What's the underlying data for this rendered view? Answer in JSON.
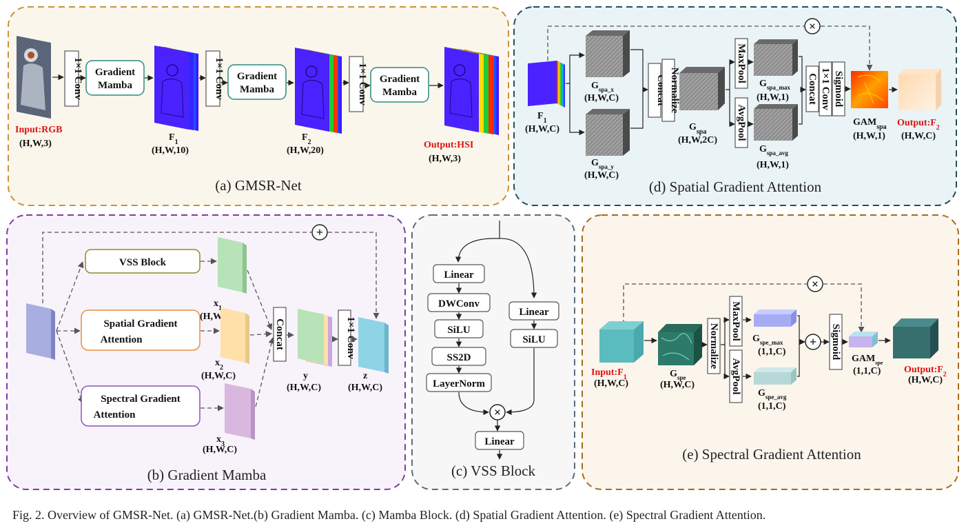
{
  "panel_a": {
    "title": "(a)  GMSR-Net",
    "conv1": "1×1 Conv",
    "conv2": "1×1 Conv",
    "conv3": "1×1 Conv",
    "gm1": [
      "Gradient",
      "Mamba"
    ],
    "gm2": [
      "Gradient",
      "Mamba"
    ],
    "gm3": [
      "Gradient",
      "Mamba"
    ],
    "input_label": "Input:RGB",
    "input_shape": "(H,W,3)",
    "f1": "F",
    "f1_sub": "1",
    "f1_shape": "(H,W,10)",
    "f2": "F",
    "f2_sub": "2",
    "f2_shape": "(H,W,20)",
    "output_label": "Output:HSI",
    "output_shape": "(H,W,3)"
  },
  "panel_b": {
    "title": "(b)  Gradient Mamba",
    "vss": "VSS Block",
    "spatial": [
      "Spatial Gradient",
      "Attention"
    ],
    "spectral": [
      "Spectral Gradient",
      "Attention"
    ],
    "concat": "Concat",
    "conv": "1×1 Conv",
    "x1": "x",
    "x1_sub": "1",
    "x2": "x",
    "x2_sub": "2",
    "x3": "x",
    "x3_sub": "3",
    "shape": "(H,W,C)",
    "y": "y",
    "z": "z",
    "plus": "+"
  },
  "panel_c": {
    "title": "(c)   VSS Block",
    "left": [
      "Linear",
      "DWConv",
      "SiLU",
      "SS2D",
      "LayerNorm"
    ],
    "right": [
      "Linear",
      "SiLU"
    ],
    "out": "Linear",
    "times": "×"
  },
  "panel_d": {
    "title": "(d)   Spatial Gradient Attention",
    "f1": "F",
    "f1_sub": "1",
    "shape_c": "(H,W,C)",
    "gx": "G",
    "gx_sub": "spa_x",
    "gy": "G",
    "gy_sub": "spa_y",
    "concat": "Concat",
    "normalize": "Normalize",
    "gspa": "G",
    "gspa_sub": "spa",
    "gspa_shape": "(H,W,2C)",
    "maxpool": "MaxPool",
    "avgpool": "AvgPool",
    "gmax": "G",
    "gmax_sub": "spa_max",
    "gavg": "G",
    "gavg_sub": "spa_avg",
    "shape_1": "(H,W,1)",
    "concat2": "Concat",
    "conv": "1×1 Conv",
    "sigmoid": "Sigmoid",
    "gam": "GAM",
    "gam_sub": "spa",
    "output": "Output:F",
    "output_sub": "2",
    "times": "×"
  },
  "panel_e": {
    "title": "(e)   Spectral Gradient Attention",
    "input": "Input:F",
    "input_sub": "1",
    "shape_c": "(H,W,C)",
    "gspe": "G",
    "gspe_sub": "spe",
    "normalize": "Normalize",
    "maxpool": "MaxPool",
    "avgpool": "AvgPool",
    "gmax": "G",
    "gmax_sub": "spe_max",
    "gavg": "G",
    "gavg_sub": "spe_avg",
    "shape_11c": "(1,1,C)",
    "sigmoid": "Sigmoid",
    "gam": "GAM",
    "gam_sub": "spe",
    "output": "Output:F",
    "output_sub": "2",
    "plus": "+",
    "times": "×"
  },
  "caption": "Fig. 2.  Overview of GMSR-Net. (a) GMSR-Net.(b) Gradient Mamba. (c) Mamba Block. (d) Spatial Gradient Attention. (e) Spectral Gradient Attention.",
  "colors": {
    "panel_a_border": "#c8913a",
    "panel_a_bg": "#fbf6ec",
    "panel_b_border": "#7a3ea0",
    "panel_b_bg": "#f8f3fa",
    "panel_c_border": "#5c6b7a",
    "panel_c_bg": "#f7f7f7",
    "panel_d_border": "#1f4f5c",
    "panel_d_bg": "#eaf3f6",
    "panel_e_border": "#a56a1a",
    "panel_e_bg": "#fbf5ec",
    "accent_red": "#e01010"
  }
}
